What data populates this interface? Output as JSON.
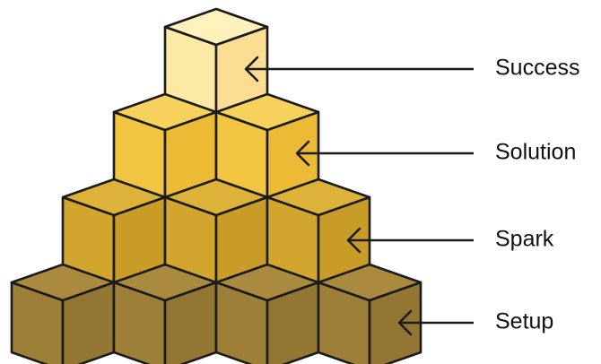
{
  "levels": [
    {
      "label": "Success",
      "cubes": 1,
      "colors": {
        "top": "#FFF2BD",
        "left": "#FDE9A6",
        "right": "#FBDD93"
      }
    },
    {
      "label": "Solution",
      "cubes": 2,
      "colors": {
        "top": "#F6D25C",
        "left": "#F1C441",
        "right": "#ECBA35"
      }
    },
    {
      "label": "Spark",
      "cubes": 3,
      "colors": {
        "top": "#DCB338",
        "left": "#D2A62C",
        "right": "#C99C27"
      }
    },
    {
      "label": "Setup",
      "cubes": 4,
      "colors": {
        "top": "#A98A3F",
        "left": "#9D7F38",
        "right": "#937633"
      }
    }
  ]
}
